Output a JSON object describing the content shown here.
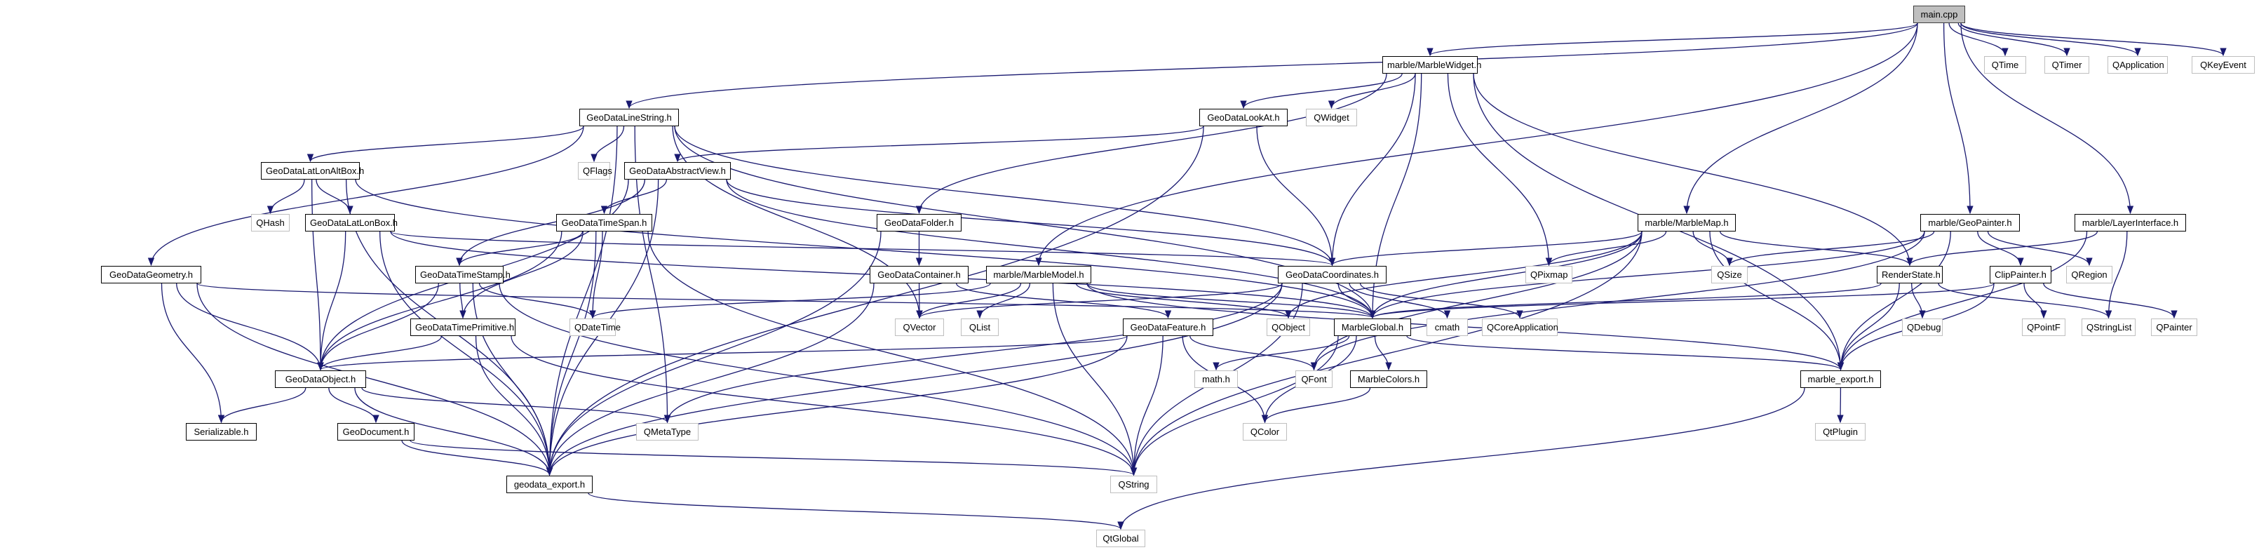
{
  "title": "main.cpp include dependency graph",
  "colors": {
    "edge": "#191970",
    "internal_border": "#000000",
    "external_border": "#bfbfbf",
    "root_fill": "#bfbfbf"
  },
  "nodes": [
    {
      "id": "main",
      "label": "main.cpp",
      "kind": "root"
    },
    {
      "id": "marblewidget",
      "label": "marble/MarbleWidget.h",
      "kind": "internal"
    },
    {
      "id": "qtime",
      "label": "QTime",
      "kind": "external"
    },
    {
      "id": "qtimer",
      "label": "QTimer",
      "kind": "external"
    },
    {
      "id": "qapplication",
      "label": "QApplication",
      "kind": "external"
    },
    {
      "id": "qkeyevent",
      "label": "QKeyEvent",
      "kind": "external"
    },
    {
      "id": "linestring",
      "label": "GeoDataLineString.h",
      "kind": "internal"
    },
    {
      "id": "lookat",
      "label": "GeoDataLookAt.h",
      "kind": "internal"
    },
    {
      "id": "qwidget",
      "label": "QWidget",
      "kind": "external"
    },
    {
      "id": "latlonaltbox",
      "label": "GeoDataLatLonAltBox.h",
      "kind": "internal"
    },
    {
      "id": "qflags",
      "label": "QFlags",
      "kind": "external"
    },
    {
      "id": "abstractview",
      "label": "GeoDataAbstractView.h",
      "kind": "internal"
    },
    {
      "id": "qhash",
      "label": "QHash",
      "kind": "external"
    },
    {
      "id": "latlonbox",
      "label": "GeoDataLatLonBox.h",
      "kind": "internal"
    },
    {
      "id": "timespan",
      "label": "GeoDataTimeSpan.h",
      "kind": "internal"
    },
    {
      "id": "folder",
      "label": "GeoDataFolder.h",
      "kind": "internal"
    },
    {
      "id": "marblemap",
      "label": "marble/MarbleMap.h",
      "kind": "internal"
    },
    {
      "id": "geopainter",
      "label": "marble/GeoPainter.h",
      "kind": "internal"
    },
    {
      "id": "layerinterface",
      "label": "marble/LayerInterface.h",
      "kind": "internal"
    },
    {
      "id": "geometry",
      "label": "GeoDataGeometry.h",
      "kind": "internal"
    },
    {
      "id": "timestamp",
      "label": "GeoDataTimeStamp.h",
      "kind": "internal"
    },
    {
      "id": "container",
      "label": "GeoDataContainer.h",
      "kind": "internal"
    },
    {
      "id": "marblemodel",
      "label": "marble/MarbleModel.h",
      "kind": "internal"
    },
    {
      "id": "coordinates",
      "label": "GeoDataCoordinates.h",
      "kind": "internal"
    },
    {
      "id": "qpixmap",
      "label": "QPixmap",
      "kind": "external"
    },
    {
      "id": "qsize",
      "label": "QSize",
      "kind": "external"
    },
    {
      "id": "renderstate",
      "label": "RenderState.h",
      "kind": "internal"
    },
    {
      "id": "clippainter",
      "label": "ClipPainter.h",
      "kind": "internal"
    },
    {
      "id": "qregion",
      "label": "QRegion",
      "kind": "external"
    },
    {
      "id": "timeprimitive",
      "label": "GeoDataTimePrimitive.h",
      "kind": "internal"
    },
    {
      "id": "qdatetime",
      "label": "QDateTime",
      "kind": "external"
    },
    {
      "id": "qvector",
      "label": "QVector",
      "kind": "external"
    },
    {
      "id": "qlist",
      "label": "QList",
      "kind": "external"
    },
    {
      "id": "feature",
      "label": "GeoDataFeature.h",
      "kind": "internal"
    },
    {
      "id": "qobject",
      "label": "QObject",
      "kind": "external"
    },
    {
      "id": "marbleglobal",
      "label": "MarbleGlobal.h",
      "kind": "internal"
    },
    {
      "id": "cmath",
      "label": "cmath",
      "kind": "external"
    },
    {
      "id": "qcoreapplication",
      "label": "QCoreApplication",
      "kind": "external"
    },
    {
      "id": "qdebug",
      "label": "QDebug",
      "kind": "external"
    },
    {
      "id": "qpointf",
      "label": "QPointF",
      "kind": "external"
    },
    {
      "id": "qstringlist",
      "label": "QStringList",
      "kind": "external"
    },
    {
      "id": "qpainter",
      "label": "QPainter",
      "kind": "external"
    },
    {
      "id": "object",
      "label": "GeoDataObject.h",
      "kind": "internal"
    },
    {
      "id": "mathh",
      "label": "math.h",
      "kind": "external"
    },
    {
      "id": "qfont",
      "label": "QFont",
      "kind": "external"
    },
    {
      "id": "marblecolors",
      "label": "MarbleColors.h",
      "kind": "internal"
    },
    {
      "id": "marbleexport",
      "label": "marble_export.h",
      "kind": "internal"
    },
    {
      "id": "serializable",
      "label": "Serializable.h",
      "kind": "internal"
    },
    {
      "id": "geodocument",
      "label": "GeoDocument.h",
      "kind": "internal"
    },
    {
      "id": "qmetatype",
      "label": "QMetaType",
      "kind": "external"
    },
    {
      "id": "qcolor",
      "label": "QColor",
      "kind": "external"
    },
    {
      "id": "qtplugin",
      "label": "QtPlugin",
      "kind": "external"
    },
    {
      "id": "geodataexport",
      "label": "geodata_export.h",
      "kind": "internal"
    },
    {
      "id": "qstring",
      "label": "QString",
      "kind": "external"
    },
    {
      "id": "qtglobal",
      "label": "QtGlobal",
      "kind": "external"
    }
  ],
  "edges": [
    [
      "main",
      "marblewidget"
    ],
    [
      "main",
      "qtime"
    ],
    [
      "main",
      "qtimer"
    ],
    [
      "main",
      "qapplication"
    ],
    [
      "main",
      "qkeyevent"
    ],
    [
      "main",
      "linestring"
    ],
    [
      "main",
      "marblemodel"
    ],
    [
      "main",
      "marblemap"
    ],
    [
      "main",
      "geopainter"
    ],
    [
      "main",
      "layerinterface"
    ],
    [
      "marblewidget",
      "lookat"
    ],
    [
      "marblewidget",
      "qwidget"
    ],
    [
      "marblewidget",
      "folder"
    ],
    [
      "marblewidget",
      "coordinates"
    ],
    [
      "marblewidget",
      "marbleglobal"
    ],
    [
      "marblewidget",
      "qpixmap"
    ],
    [
      "marblewidget",
      "renderstate"
    ],
    [
      "marblewidget",
      "marbleexport"
    ],
    [
      "linestring",
      "latlonaltbox"
    ],
    [
      "linestring",
      "qflags"
    ],
    [
      "linestring",
      "geometry"
    ],
    [
      "linestring",
      "coordinates"
    ],
    [
      "linestring",
      "qvector"
    ],
    [
      "linestring",
      "qmetatype"
    ],
    [
      "linestring",
      "marbleglobal"
    ],
    [
      "linestring",
      "geodataexport"
    ],
    [
      "lookat",
      "abstractview"
    ],
    [
      "lookat",
      "coordinates"
    ],
    [
      "lookat",
      "geodataexport"
    ],
    [
      "latlonaltbox",
      "qhash"
    ],
    [
      "latlonaltbox",
      "latlonbox"
    ],
    [
      "latlonaltbox",
      "object"
    ],
    [
      "latlonaltbox",
      "marbleglobal"
    ],
    [
      "latlonaltbox",
      "geodataexport"
    ],
    [
      "abstractview",
      "timespan"
    ],
    [
      "abstractview",
      "timestamp"
    ],
    [
      "abstractview",
      "object"
    ],
    [
      "abstractview",
      "coordinates"
    ],
    [
      "abstractview",
      "marbleglobal"
    ],
    [
      "abstractview",
      "geodataexport"
    ],
    [
      "latlonbox",
      "object"
    ],
    [
      "latlonbox",
      "coordinates"
    ],
    [
      "latlonbox",
      "marbleglobal"
    ],
    [
      "latlonbox",
      "geodataexport"
    ],
    [
      "timespan",
      "timestamp"
    ],
    [
      "timespan",
      "timeprimitive"
    ],
    [
      "timespan",
      "qdatetime"
    ],
    [
      "timespan",
      "object"
    ],
    [
      "timespan",
      "geodataexport"
    ],
    [
      "timespan",
      "qstring"
    ],
    [
      "folder",
      "container"
    ],
    [
      "folder",
      "geodataexport"
    ],
    [
      "marblemap",
      "coordinates"
    ],
    [
      "marblemap",
      "qpixmap"
    ],
    [
      "marblemap",
      "qsize"
    ],
    [
      "marblemap",
      "renderstate"
    ],
    [
      "marblemap",
      "marbleglobal"
    ],
    [
      "marblemap",
      "qfont"
    ],
    [
      "marblemap",
      "qstring"
    ],
    [
      "marblemap",
      "marbleexport"
    ],
    [
      "marblemap",
      "qobject"
    ],
    [
      "geopainter",
      "clippainter"
    ],
    [
      "geopainter",
      "qregion"
    ],
    [
      "geopainter",
      "qsize"
    ],
    [
      "geopainter",
      "marbleglobal"
    ],
    [
      "geopainter",
      "marbleexport"
    ],
    [
      "geopainter",
      "qfont"
    ],
    [
      "layerinterface",
      "renderstate"
    ],
    [
      "layerinterface",
      "qstringlist"
    ],
    [
      "layerinterface",
      "marbleexport"
    ],
    [
      "geometry",
      "object"
    ],
    [
      "geometry",
      "serializable"
    ],
    [
      "geometry",
      "geodataexport"
    ],
    [
      "geometry",
      "marbleglobal"
    ],
    [
      "timestamp",
      "timeprimitive"
    ],
    [
      "timestamp",
      "qdatetime"
    ],
    [
      "timestamp",
      "object"
    ],
    [
      "timestamp",
      "geodataexport"
    ],
    [
      "timestamp",
      "qstring"
    ],
    [
      "container",
      "feature"
    ],
    [
      "container",
      "qvector"
    ],
    [
      "container",
      "geodataexport"
    ],
    [
      "marblemodel",
      "qvector"
    ],
    [
      "marblemodel",
      "qlist"
    ],
    [
      "marblemodel",
      "qobject"
    ],
    [
      "marblemodel",
      "marbleglobal"
    ],
    [
      "marblemodel",
      "qdatetime"
    ],
    [
      "marblemodel",
      "qstring"
    ],
    [
      "marblemodel",
      "marbleexport"
    ],
    [
      "coordinates",
      "marbleglobal"
    ],
    [
      "coordinates",
      "cmath"
    ],
    [
      "coordinates",
      "qcoreapplication"
    ],
    [
      "coordinates",
      "qvector"
    ],
    [
      "coordinates",
      "qmetatype"
    ],
    [
      "coordinates",
      "geodataexport"
    ],
    [
      "coordinates",
      "qstring"
    ],
    [
      "renderstate",
      "qdebug"
    ],
    [
      "renderstate",
      "qstringlist"
    ],
    [
      "renderstate",
      "marbleexport"
    ],
    [
      "renderstate",
      "marbleglobal"
    ],
    [
      "clippainter",
      "qpointf"
    ],
    [
      "clippainter",
      "qpainter"
    ],
    [
      "clippainter",
      "marbleexport"
    ],
    [
      "clippainter",
      "marbleglobal"
    ],
    [
      "timeprimitive",
      "object"
    ],
    [
      "timeprimitive",
      "geodataexport"
    ],
    [
      "timeprimitive",
      "qstring"
    ],
    [
      "feature",
      "object"
    ],
    [
      "feature",
      "qfont"
    ],
    [
      "feature",
      "qcolor"
    ],
    [
      "feature",
      "qstring"
    ],
    [
      "feature",
      "geodataexport"
    ],
    [
      "marbleglobal",
      "mathh"
    ],
    [
      "marbleglobal",
      "marblecolors"
    ],
    [
      "marbleglobal",
      "qcolor"
    ],
    [
      "marbleglobal",
      "marbleexport"
    ],
    [
      "marbleglobal",
      "qstring"
    ],
    [
      "marblecolors",
      "qcolor"
    ],
    [
      "object",
      "serializable"
    ],
    [
      "object",
      "geodocument"
    ],
    [
      "object",
      "qmetatype"
    ],
    [
      "object",
      "geodataexport"
    ],
    [
      "geodocument",
      "geodataexport"
    ],
    [
      "geodocument",
      "qstring"
    ],
    [
      "marbleexport",
      "qtplugin"
    ],
    [
      "marbleexport",
      "qtglobal"
    ],
    [
      "geodataexport",
      "qtglobal"
    ]
  ]
}
